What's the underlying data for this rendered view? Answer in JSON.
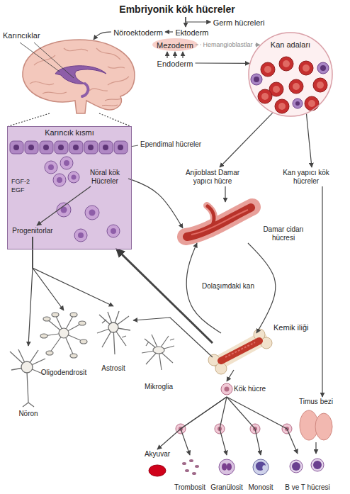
{
  "diagram": {
    "nodes": [
      {
        "text": [
          "Embriyonik kök hücreler"
        ]
      },
      {
        "text": [
          "Germ hücreleri"
        ]
      },
      {
        "text": [
          "Nöroektoderm"
        ]
      },
      {
        "text": [
          "Ektoderm"
        ]
      },
      {
        "text": [
          "Mezoderm"
        ]
      },
      {
        "text": [
          "Endoderm"
        ]
      },
      {
        "text": [
          "Karıncıklar"
        ]
      },
      {
        "text": [
          "Kan adaları"
        ]
      },
      {
        "text": [
          "Karıncık kısmı"
        ]
      },
      {
        "text": [
          "Nöral kök Hücreler"
        ],
        "in": 8
      },
      {
        "text": [
          "Progenitorlar"
        ],
        "in": 8
      },
      {
        "text": [
          "Anjioblast Damar yapıcı hücre"
        ]
      },
      {
        "text": [
          "Kan yapıcı kök hücreler"
        ]
      },
      {
        "text": [
          "Damar cidarı hücresi"
        ]
      },
      {
        "text": [
          "Kemik iliği"
        ]
      },
      {
        "text": [
          "Nöron"
        ]
      },
      {
        "text": [
          "Oligodendrosit"
        ]
      },
      {
        "text": [
          "Astrosit"
        ]
      },
      {
        "text": [
          "Mikroglia"
        ]
      },
      {
        "text": [
          "Kök hücre"
        ]
      },
      {
        "text": [
          "Timus bezi"
        ]
      },
      {
        "text": [
          "Akyuvar"
        ]
      },
      {
        "text": [
          "Trombosit"
        ]
      },
      {
        "text": [
          "Granülosit"
        ]
      },
      {
        "text": [
          "Monosit"
        ]
      },
      {
        "text": [
          "B ve T hücresi"
        ]
      }
    ],
    "edges": [
      {
        "from": 0,
        "to": 1,
        "arrow": "to"
      },
      {
        "from": 0,
        "to": 3,
        "arrow": "to"
      },
      {
        "from": 3,
        "to": 2,
        "arrow": "to"
      },
      {
        "from": 2,
        "to": 6,
        "arrow": "to"
      },
      {
        "from": 5,
        "to": 4,
        "arrow": "to"
      },
      {
        "from": 5,
        "to": 4,
        "arrow": "to"
      },
      {
        "from": 5,
        "to": 4,
        "arrow": "to"
      },
      {
        "from": 4,
        "to": 7,
        "label": "Hemangioblastlar",
        "arrow": "to"
      },
      {
        "from": 5,
        "to": 7,
        "arrow": "to"
      },
      {
        "from": 6,
        "to": 8,
        "arrow": "none"
      },
      {
        "from": 6,
        "to": 8,
        "arrow": "none"
      },
      {
        "from": 9,
        "to": 10,
        "arrow": "to"
      },
      {
        "from": 7,
        "to": 11,
        "arrow": "to"
      },
      {
        "from": 7,
        "to": 12,
        "arrow": "to"
      },
      {
        "from": 11,
        "to": 13,
        "arrow": "to"
      },
      {
        "from": 9,
        "to": 13,
        "arrow": "to"
      },
      {
        "from": 14,
        "to": 13,
        "arrow": "to"
      },
      {
        "from": 13,
        "to": 14,
        "arrow": "to"
      },
      {
        "from": 14,
        "to": 8,
        "arrow": "to"
      },
      {
        "from": 14,
        "to": 17,
        "arrow": "to"
      },
      {
        "from": 10,
        "to": 15,
        "arrow": "to"
      },
      {
        "from": 10,
        "to": 16,
        "arrow": "to"
      },
      {
        "from": 10,
        "to": 17,
        "arrow": "to"
      },
      {
        "from": 14,
        "to": 19,
        "arrow": "to"
      },
      {
        "from": 19,
        "to": 21,
        "arrow": "to"
      },
      {
        "from": 19,
        "to": 22,
        "arrow": "to"
      },
      {
        "from": 19,
        "to": 23,
        "arrow": "to"
      },
      {
        "from": 19,
        "to": 24,
        "arrow": "to"
      },
      {
        "from": 19,
        "to": 25,
        "arrow": "to"
      },
      {
        "from": 12,
        "to": 20,
        "arrow": "to"
      },
      {
        "from": 20,
        "to": 25,
        "arrow": "to"
      }
    ],
    "labels": [
      "Ependimal hücreler",
      "FGF-2",
      "EGF",
      "Dolaşımdaki kan"
    ]
  }
}
